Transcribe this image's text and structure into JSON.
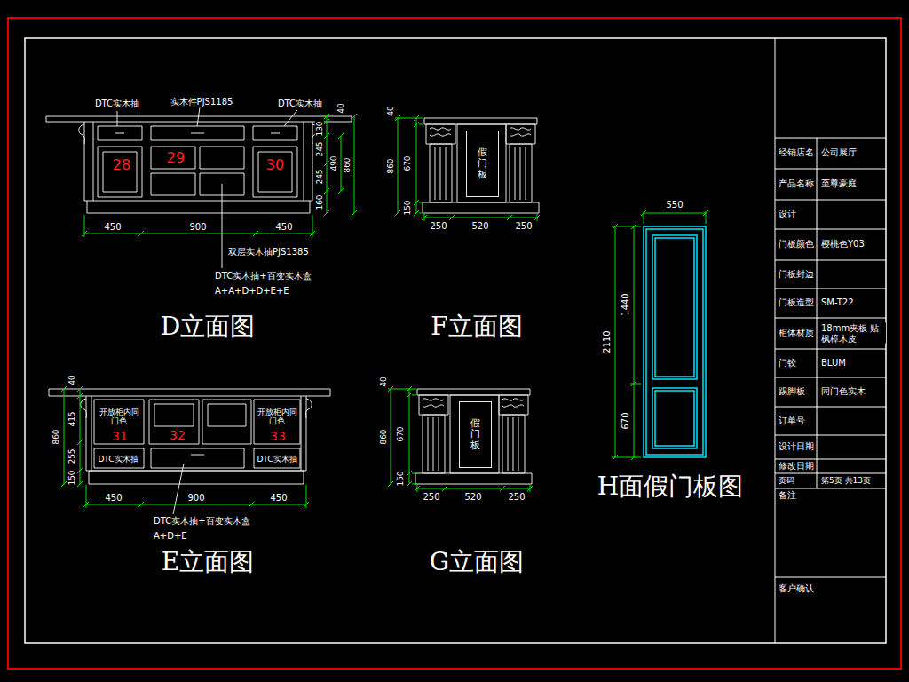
{
  "diagram": {
    "nodes": [
      {
        "text": [
          "假门板"
        ]
      },
      {
        "text": [
          "假门板"
        ]
      }
    ],
    "labels": [
      "DTC实木抽",
      "实木件PJS1185",
      "DTC实木抽",
      "40",
      "130",
      "245",
      "490",
      "860",
      "245",
      "160",
      "28",
      "29",
      "30",
      "450",
      "900",
      "450",
      "双层实木抽PJS1385",
      "DTC实木抽+百变实木盒",
      "A+A+D+D+E+E",
      "D立面图",
      "40",
      "860",
      "670",
      "150",
      "250",
      "520",
      "250",
      "F立面图",
      "40",
      "415",
      "860",
      "255",
      "150",
      "开放柜内同门色",
      "31",
      "32",
      "开放柜内同门色",
      "33",
      "DTC实木抽",
      "DTC实木抽",
      "450",
      "900",
      "450",
      "DTC实木抽+百变实木盒",
      "A+D+E",
      "E立面图",
      "40",
      "860",
      "670",
      "150",
      "250",
      "520",
      "250",
      "G立面图",
      "550",
      "2110",
      "1440",
      "670",
      "H面假门板图",
      "经销店名",
      "公司展厅",
      "产品名称",
      "至尊豪庭",
      "设计",
      "门板颜色",
      "樱桃色Y03",
      "门板封边",
      "门板造型",
      "SM-T22",
      "柜体材质",
      "18mm夹板 贴枫樟木皮",
      "门铰",
      "BLUM",
      "踢脚板",
      "同门色实木",
      "订单号",
      "设计日期",
      "修改日期",
      "页码",
      "第5页 共13页",
      "备注",
      "客户确认"
    ]
  }
}
